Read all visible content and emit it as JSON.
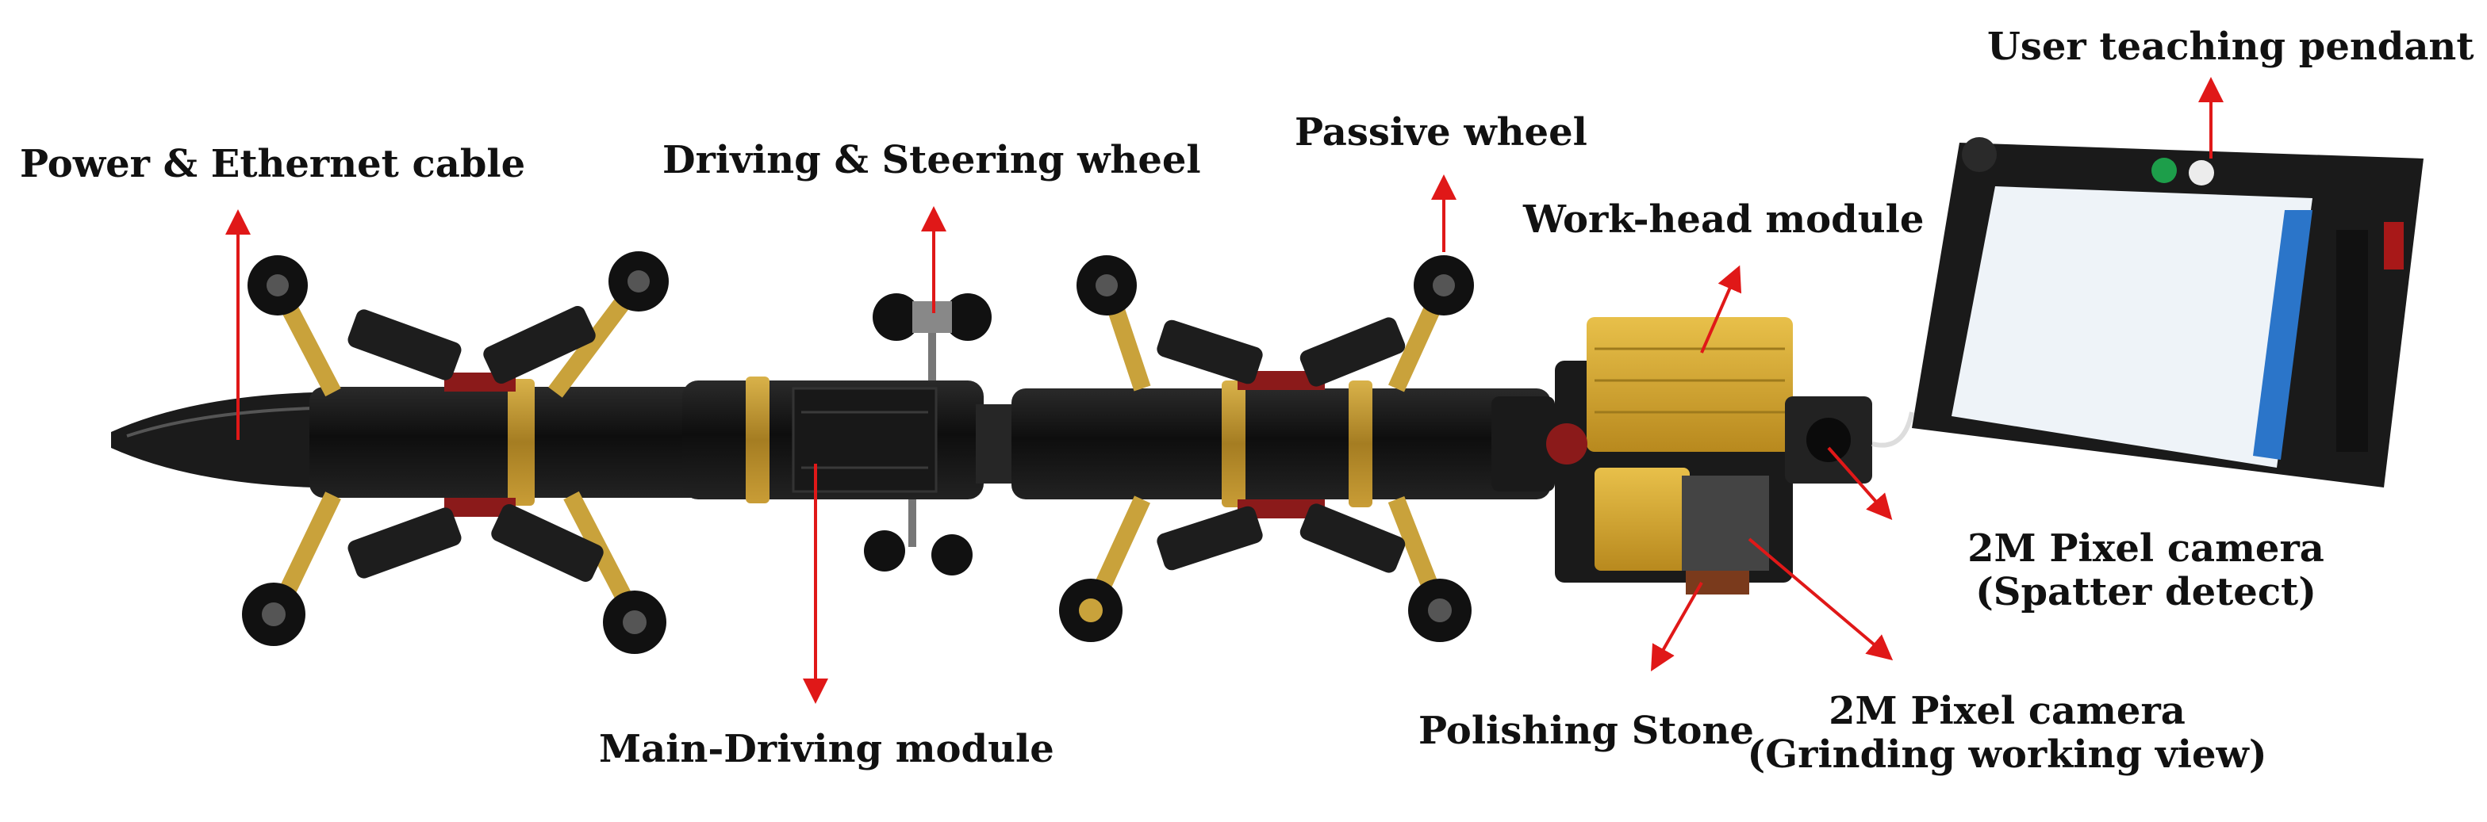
{
  "labels": {
    "power_cable": "Power & Ethernet cable",
    "driving_wheel": "Driving & Steering wheel",
    "passive_wheel": "Passive wheel",
    "work_head": "Work-head module",
    "user_pendant": "User teaching pendant",
    "main_driving": "Main-Driving module",
    "polishing_stone": "Polishing Stone",
    "camera_spatter_line1": "2M Pixel camera",
    "camera_spatter_line2": "(Spatter detect)",
    "camera_grinding_line1": "2M Pixel camera",
    "camera_grinding_line2": "(Grinding working view)"
  },
  "colors": {
    "arrow": "#e01818",
    "body": "#141414",
    "gold": "#b8902c",
    "workhead": "#d4a62e",
    "red_accent": "#8b1a1a",
    "tablet": "#1a1a1a",
    "screen": "#eef3f8"
  },
  "icons": [
    "wheel-icon",
    "camera-icon",
    "tablet-icon"
  ]
}
